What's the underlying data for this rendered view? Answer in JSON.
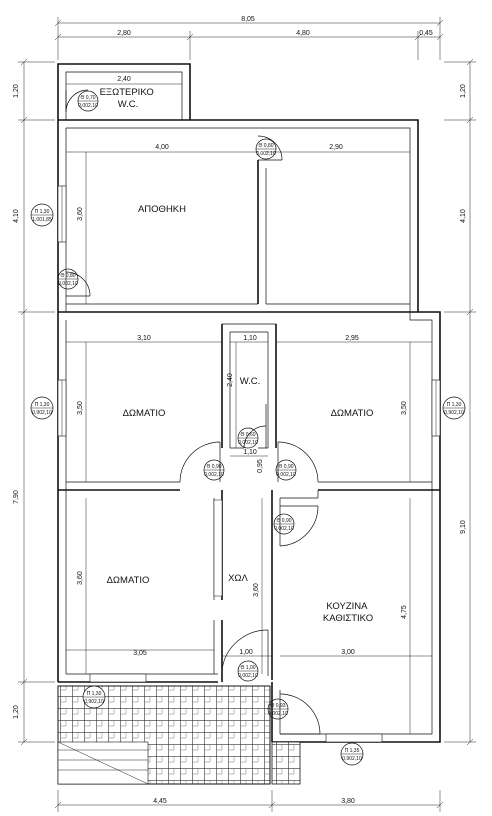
{
  "dimensions": {
    "top_total": "8,05",
    "top_segments": [
      "2,80",
      "4,80",
      "0,45"
    ],
    "bottom_segments": [
      "4,45",
      "3,80"
    ],
    "left_side": [
      "1,20",
      "4,10",
      "7,90",
      "1,20"
    ],
    "right_side": [
      "1,20",
      "4,10",
      "9,10"
    ],
    "interior": {
      "wc_ext_width": "2,40",
      "storage_width": "4,00",
      "storage_height": "3,60",
      "room_right_top_width": "2,90",
      "room1_width": "3,10",
      "room1_height": "3,50",
      "wc_width": "1,10",
      "wc_height": "2,40",
      "wc_bottom": "1,10",
      "room2_width": "2,95",
      "room2_height": "3,50",
      "hall_gap": "0,95",
      "room3_width": "3,05",
      "room3_height": "3,60",
      "hall_height": "3,60",
      "hall_door_width": "1,00",
      "kitchen_width": "3,00",
      "kitchen_height": "4,75"
    }
  },
  "rooms": {
    "wc_exterior": "ΕΞΩΤΕΡΙΚΟ\nW.C.",
    "storage": "ΑΠΟΘΗΚΗ",
    "room_left": "ΔΩΜΑΤΙΟ",
    "wc": "W.C.",
    "room_right": "ΔΩΜΑΤΙΟ",
    "room_bottom": "ΔΩΜΑΤΙΟ",
    "hall": "ΧΩΛ",
    "kitchen": "ΚΟΥΖΙΝΑ\nΚΑΘΙΣΤΙΚΟ"
  },
  "doors": [
    {
      "top": "Θ 0,70",
      "bottom": "0,002,10"
    },
    {
      "top": "Θ 0,80",
      "bottom": "0,002,10"
    },
    {
      "top": "Θ 0,80",
      "bottom": "0,002,10"
    },
    {
      "top": "Θ 0,60",
      "bottom": "0,002,10"
    },
    {
      "top": "Θ 0,90",
      "bottom": "0,002,10"
    },
    {
      "top": "Θ 0,90",
      "bottom": "0,002,10"
    },
    {
      "top": "Θ 0,90",
      "bottom": "0,002,10"
    },
    {
      "top": "Θ 1,00",
      "bottom": "0,002,10"
    },
    {
      "top": "Θ 0,93",
      "bottom": "0,002,10"
    }
  ],
  "windows": [
    {
      "top": "Π 1,30",
      "bottom": "1,001,85"
    },
    {
      "top": "Π 1,30",
      "bottom": "0,902,10"
    },
    {
      "top": "Π 1,30",
      "bottom": "0,902,10"
    },
    {
      "top": "Π 1,30",
      "bottom": "0,902,10"
    },
    {
      "top": "Π 1,35",
      "bottom": "0,902,10"
    }
  ]
}
